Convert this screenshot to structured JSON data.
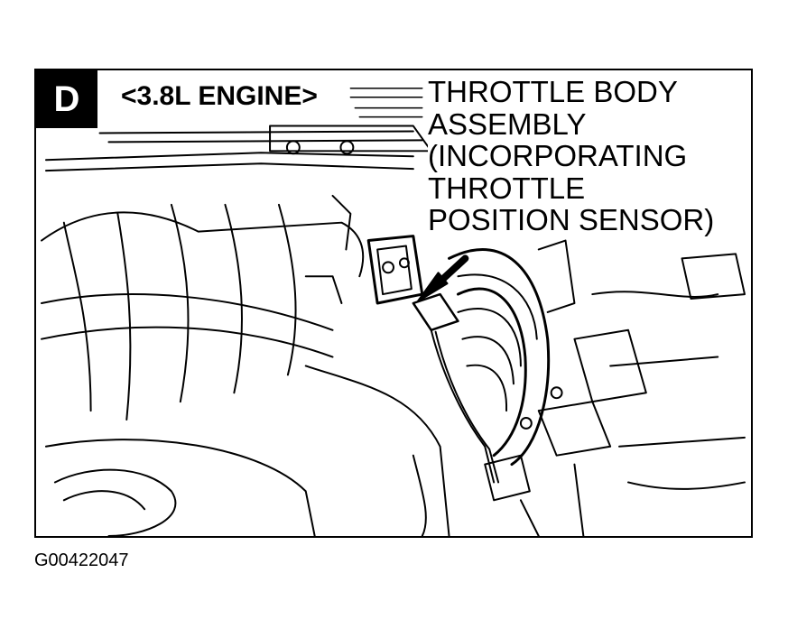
{
  "figure": {
    "section_letter": "D",
    "engine_label": "<3.8L ENGINE>",
    "callout_lines": [
      "THROTTLE BODY",
      "ASSEMBLY",
      "(INCORPORATING",
      "THROTTLE",
      "POSITION SENSOR)"
    ],
    "figure_id": "G00422047"
  }
}
